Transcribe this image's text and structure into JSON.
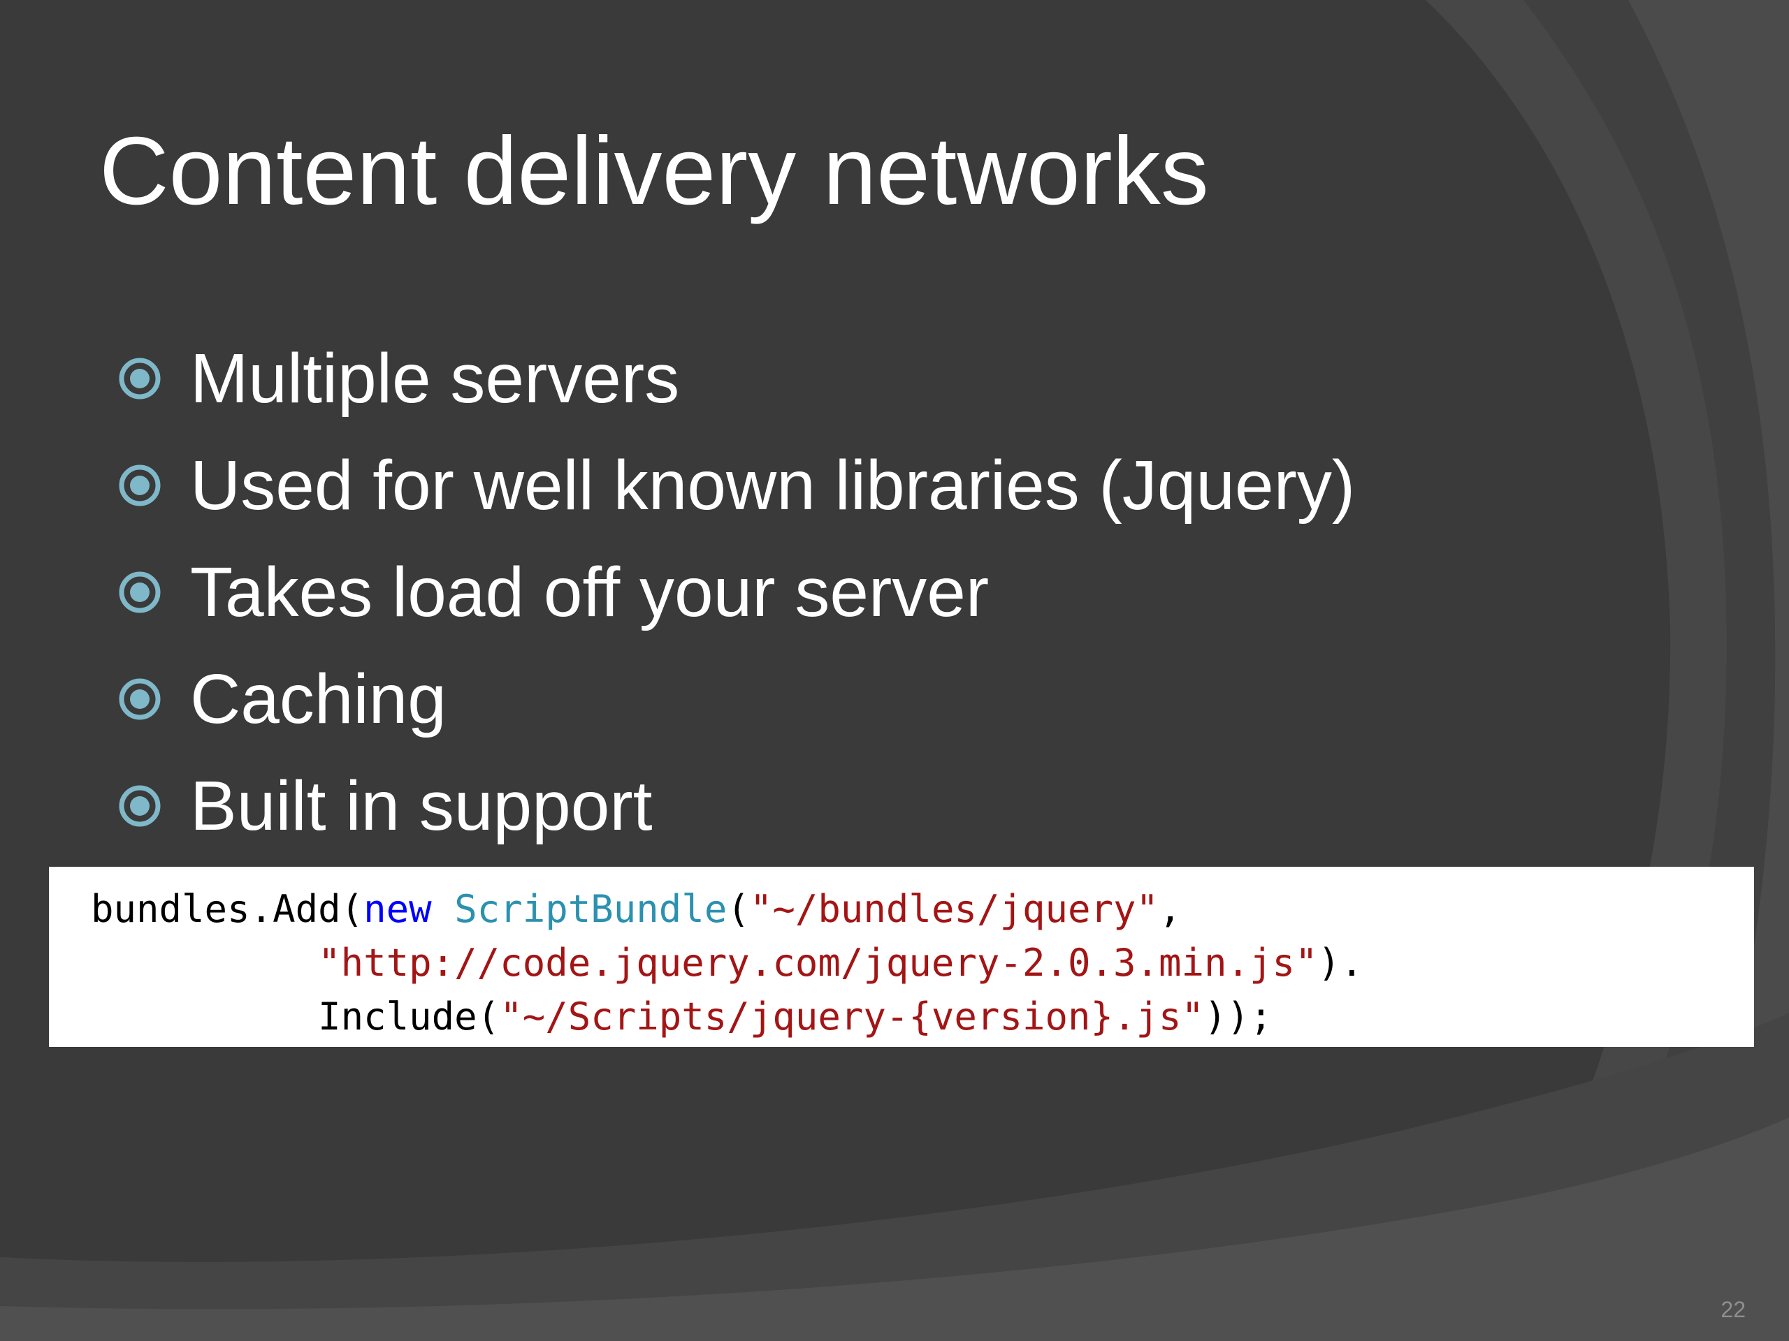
{
  "slide": {
    "title": "Content delivery networks",
    "bullets": [
      "Multiple servers",
      "Used for well known libraries (Jquery)",
      "Takes load off your server",
      "Caching",
      "Built in support"
    ],
    "slide_number": "22"
  },
  "code": {
    "line1": {
      "a": "bundles.Add(",
      "keyword": "new",
      "space": " ",
      "type": "ScriptBundle",
      "paren": "(",
      "string": "\"~/bundles/jquery\"",
      "comma": ","
    },
    "line2": {
      "indent": "          ",
      "string": "\"http://code.jquery.com/jquery-2.0.3.min.js\"",
      "tail": ")."
    },
    "line3": {
      "indent": "          ",
      "method": "Include(",
      "string": "\"~/Scripts/jquery-{version}.js\"",
      "tail": "));"
    }
  },
  "colors": {
    "background": "#3a3a3a",
    "bullet_icon": "#7fb8c8",
    "keyword": "#0000ff",
    "type": "#2b91af",
    "string": "#a31515"
  },
  "icons": {
    "bullet": "circled-dot-bullet-icon"
  }
}
